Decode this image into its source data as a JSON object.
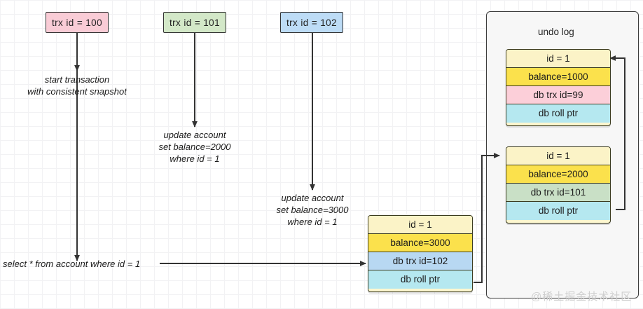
{
  "diagram": {
    "title": "MVCC undo log / consistent read diagram",
    "watermark": "@稀土掘金技术社区"
  },
  "transactions": [
    {
      "label": "trx id = 100",
      "color": "#f9ccd6"
    },
    {
      "label": "trx id = 101",
      "color": "#d3e8c8"
    },
    {
      "label": "trx id = 102",
      "color": "#bddcf6"
    }
  ],
  "notes": {
    "note1_line1": "start transaction",
    "note1_line2": "with consistent snapshot",
    "note2_line1": "update account",
    "note2_line2": "set balance=2000",
    "note2_line3": "where id = 1",
    "note3_line1": "update account",
    "note3_line2": "set balance=3000",
    "note3_line3": "where id = 1",
    "select": "select * from account where id = 1"
  },
  "undo_log": {
    "title": "undo log",
    "entries": [
      {
        "name": "undo-entry-1",
        "rows": [
          {
            "text": "id = 1",
            "color": "#fbf3c7"
          },
          {
            "text": "balance=1000",
            "color": "#fbe14c"
          },
          {
            "text": "db trx id=99",
            "color": "#fccfd9"
          },
          {
            "text": "db roll ptr",
            "color": "#b5e8f0"
          }
        ]
      },
      {
        "name": "undo-entry-2",
        "rows": [
          {
            "text": "id = 1",
            "color": "#fbf3c7"
          },
          {
            "text": "balance=2000",
            "color": "#fbe14c"
          },
          {
            "text": "db trx id=101",
            "color": "#c9e0c6"
          },
          {
            "text": "db roll ptr",
            "color": "#b5e8f0"
          }
        ]
      }
    ]
  },
  "current_record": {
    "name": "current-record",
    "rows": [
      {
        "text": "id = 1",
        "color": "#fbf3c7"
      },
      {
        "text": "balance=3000",
        "color": "#fbe14c"
      },
      {
        "text": "db trx id=102",
        "color": "#b8d8f2"
      },
      {
        "text": "db roll ptr",
        "color": "#b5e8f0"
      }
    ]
  },
  "colors": {
    "stroke": "#333333",
    "grid": "#f2f2f4",
    "panel_bg": "#f7f7f7"
  }
}
